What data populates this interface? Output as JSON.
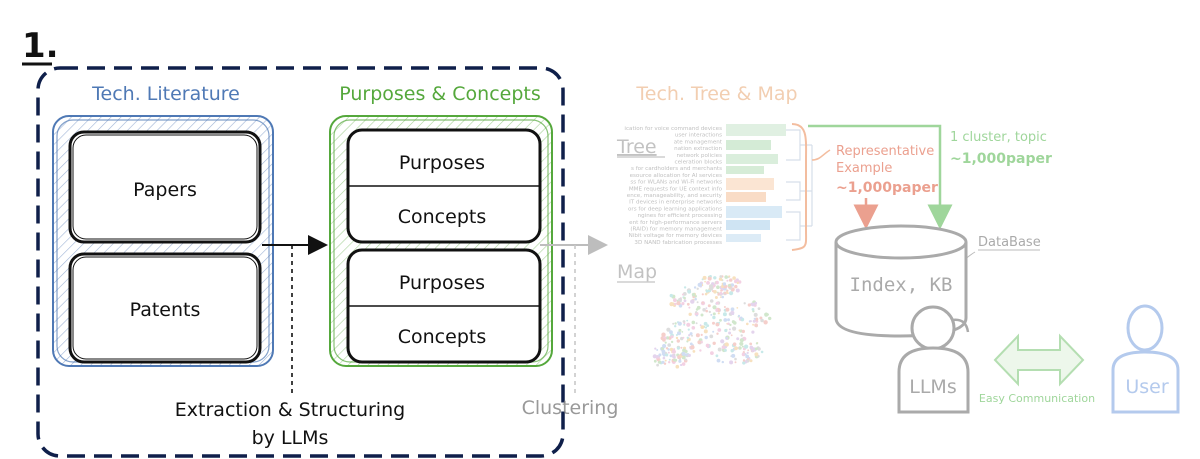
{
  "step_number": "1.",
  "tech_literature": {
    "title": "Tech. Literature",
    "items": [
      "Papers",
      "Patents"
    ]
  },
  "purposes_concepts": {
    "title": "Purposes & Concepts",
    "groups": [
      {
        "top": "Purposes",
        "bottom": "Concepts"
      },
      {
        "top": "Purposes",
        "bottom": "Concepts"
      }
    ]
  },
  "extraction_label": [
    "Extraction & Structuring",
    "by LLMs"
  ],
  "clustering_label": "Clustering",
  "tech_tree_map": {
    "title": "Tech. Tree & Map",
    "tree_label": "Tree",
    "map_label": "Map",
    "tree_lines": [
      "ication for voice command devices",
      "user interactions",
      "ate management",
      "nation extraction",
      "network policies",
      "celeration blocks",
      "s for cardholders and merchants",
      "esource allocation for AI services",
      "ss for WLANs and Wi-Fi networks",
      "MME requests for UE context info",
      "ence, manageability, and security",
      "IT devices in enterprise networks",
      "ors for deep learning applications",
      "ngines for efficient processing",
      "ent for high-performance servers",
      "(RAID) for memory management",
      "Nibit voltage for memory devices",
      "3D NAND fabrication processes"
    ]
  },
  "representative": {
    "line1": "Representative",
    "line2": "Example",
    "count": "~1,000paper"
  },
  "cluster": {
    "label": "1 cluster, topic",
    "count": "~1,000paper"
  },
  "database": {
    "label": "DataBase",
    "content": "Index, KB"
  },
  "llms_label": "LLMs",
  "communication_label": "Easy Communication",
  "user_label": "User",
  "colors": {
    "navy": "#0f1f4a",
    "blue": "#4f79b5",
    "green": "#55a83c",
    "orange_faded": "#f0c6a4",
    "red_faded": "#e8907c",
    "green_faded": "#8fcf8a",
    "gray_faded": "#9c9c9c",
    "blue_faded": "#a8c1ea"
  }
}
